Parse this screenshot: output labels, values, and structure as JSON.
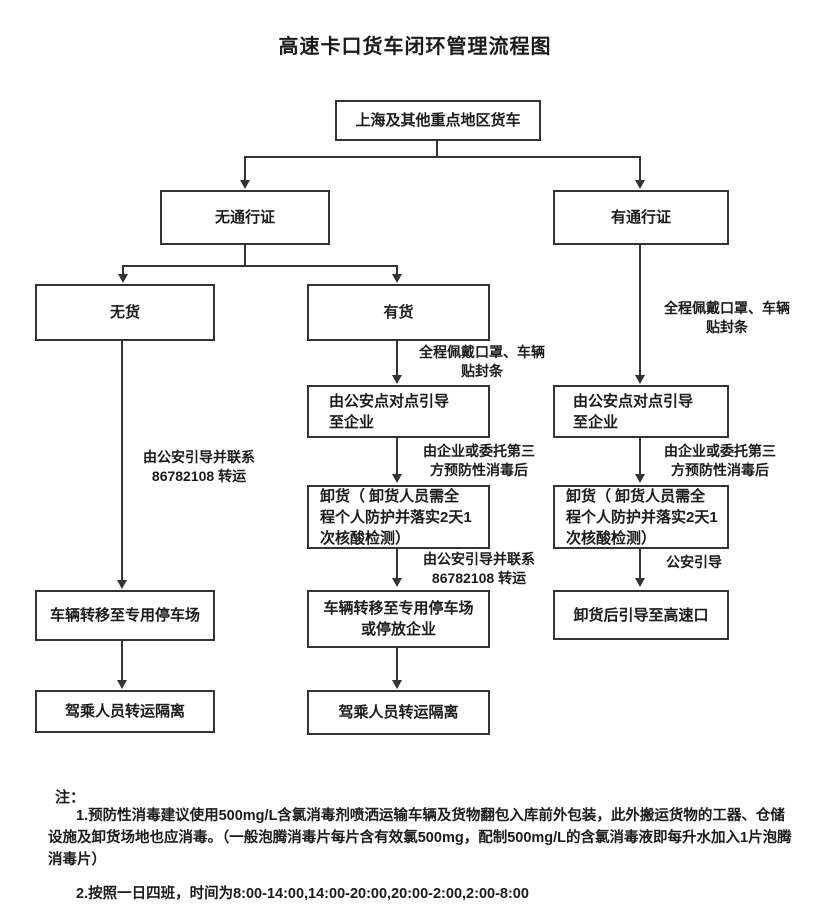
{
  "title": "高速卡口货车闭环管理流程图",
  "colors": {
    "line": "#333333",
    "text": "#1b1b1b",
    "background": "#ffffff"
  },
  "nodes": {
    "top": "上海及其他重点地区货车",
    "no_pass": "无通行证",
    "has_pass": "有通行证",
    "no_cargo": "无货",
    "has_cargo": "有货",
    "guide_mid": "由公安点对点引导\n至企业",
    "unload_mid": "卸货（ 卸货人员需全\n程个人防护并落实2天1\n次核酸检测）",
    "transfer_mid": "车辆转移至专用停车场\n或停放企业",
    "quarantine_mid": "驾乘人员转运隔离",
    "transfer_left": "车辆转移至专用停车场",
    "quarantine_left": "驾乘人员转运隔离",
    "guide_right": "由公安点对点引导\n至企业",
    "unload_right": "卸货（ 卸货人员需全\n程个人防护并落实2天1\n次核酸检测）",
    "exit_right": "卸货后引导至高速口"
  },
  "edge_labels": {
    "mask_mid": "全程佩戴口罩、车辆\n贴封条",
    "mask_right": "全程佩戴口罩、车辆\n贴封条",
    "disinfect_mid": "由企业或委托第三\n方预防性消毒后",
    "disinfect_right": "由企业或委托第三\n方预防性消毒后",
    "police_contact_left": "由公安引导并联系\n86782108 转运",
    "police_contact_mid": "由公安引导并联系\n86782108 转运",
    "police_guide_right": "公安引导"
  },
  "notes": {
    "label": "注：",
    "note1": "1.预防性消毒建议使用500mg/L含氯消毒剂喷洒运输车辆及货物翻包入库前外包装，此外搬运货物的工器、仓储设施及卸货场地也应消毒。（一般泡腾消毒片每片含有效氯500mg，配制500mg/L的含氯消毒液即每升水加入1片泡腾消毒片）",
    "note2": "2.按照一日四班，时间为8:00-14:00,14:00-20:00,20:00-2:00,2:00-8:00"
  }
}
